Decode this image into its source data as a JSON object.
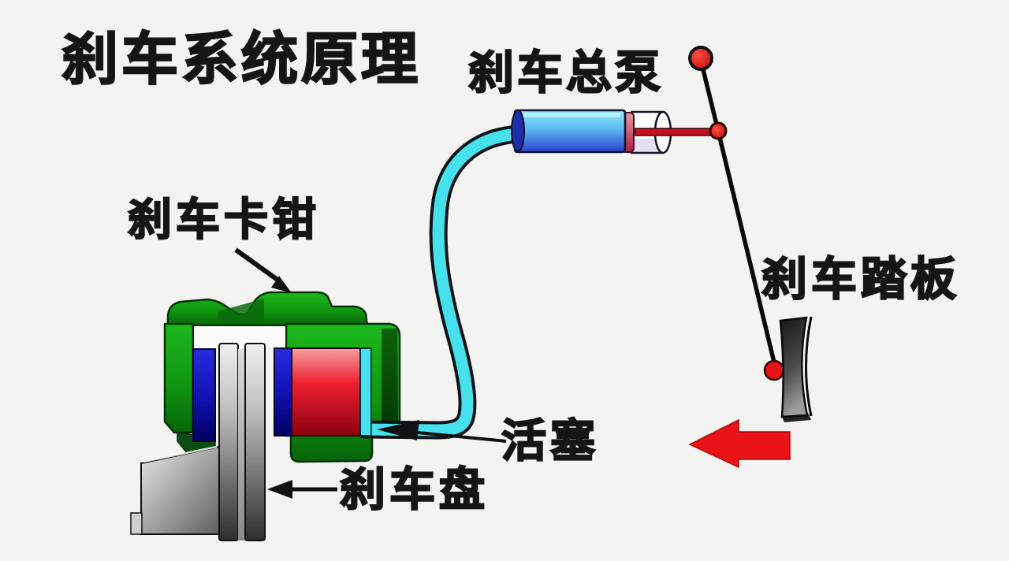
{
  "title": "刹车系统原理",
  "labels": {
    "master_cylinder": "刹车总泵",
    "caliper": "刹车卡钳",
    "pedal": "刹车踏板",
    "piston": "活塞",
    "disc": "刹车盘"
  },
  "colors": {
    "background": "#f3f3f1",
    "caliper_green": "#12a412",
    "pad_blue": "#1212c8",
    "piston_red": "#e01020",
    "fluid_cyan": "#45e2ee",
    "cylinder_blue": "#55aaee",
    "rod_red": "#c41120",
    "ball_red": "#e81218",
    "arrow_red": "#e81218",
    "metal_gray": "#9a9a9a",
    "line_black": "#111111"
  }
}
